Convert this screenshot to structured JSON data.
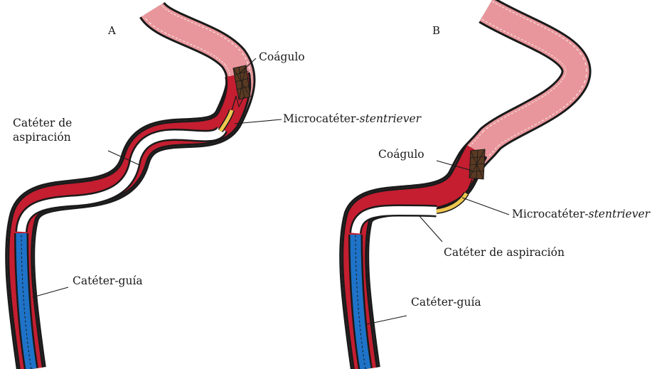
{
  "panels": [
    {
      "letter": "A",
      "labels": {
        "clot": "Coágulo",
        "microcatheter": "Microcatéter-",
        "stentriever": "stentriever",
        "aspiration_line1": "Catéter de",
        "aspiration_line2": "aspiración",
        "guide": "Catéter-guía"
      }
    },
    {
      "letter": "B",
      "labels": {
        "clot": "Coágulo",
        "microcatheter": "Microcatéter-",
        "stentriever": "stentriever",
        "aspiration": "Catéter de aspiración",
        "guide": "Catéter-guía"
      }
    }
  ],
  "colors": {
    "vessel_pink": "#e8969b",
    "vessel_red": "#c41e30",
    "outline": "#1a1a1a",
    "guide_blue": "#1e73c8",
    "aspiration_white": "#ffffff",
    "microcatheter_yellow": "#f0c850",
    "clot_brown": "#5a3a22"
  }
}
